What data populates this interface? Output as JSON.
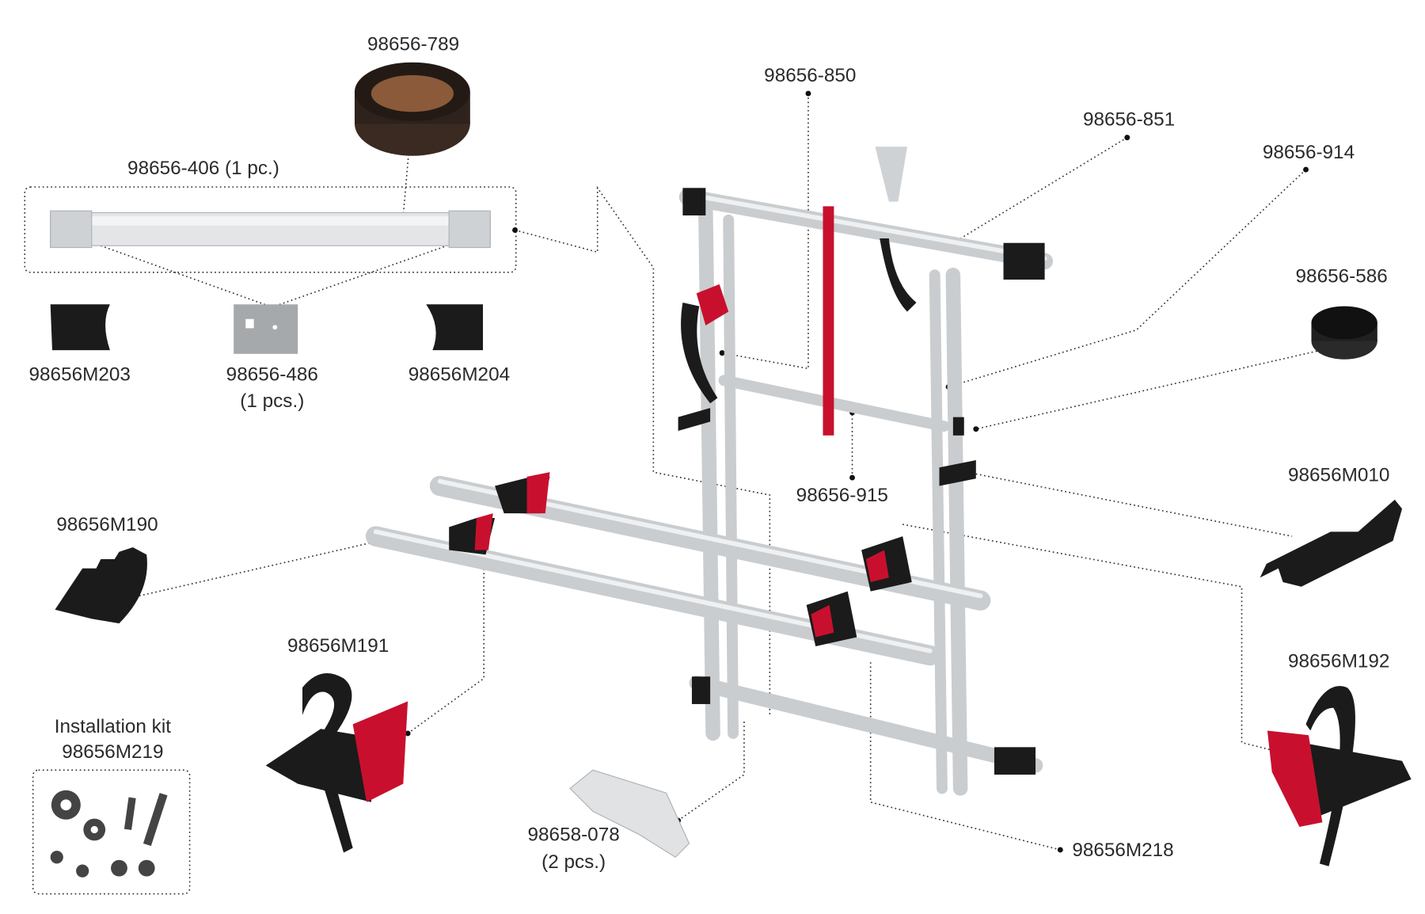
{
  "title": "Bike carrier exploded parts diagram",
  "colors": {
    "accent_red": "#c8102e",
    "plastic_black": "#1b1b1b",
    "aluminium": "#d6d9dc",
    "text": "#2a2a2a"
  },
  "parts": {
    "p789": "98656-789",
    "p406": "98656-406 (1 pc.)",
    "pM203": "98656M203",
    "p486": "98656-486",
    "p486_qty": "(1 pcs.)",
    "pM204": "98656M204",
    "p850": "98656-850",
    "p851": "98656-851",
    "p914": "98656-914",
    "p586": "98656-586",
    "p915": "98656-915",
    "pM010": "98656M010",
    "pM190": "98656M190",
    "pM191": "98656M191",
    "pM192": "98656M192",
    "kit_title": "Installation kit",
    "kit_code": "98656M219",
    "p078": "98658-078",
    "p078_qty": "(2 pcs.)",
    "pM218": "98656M218"
  }
}
